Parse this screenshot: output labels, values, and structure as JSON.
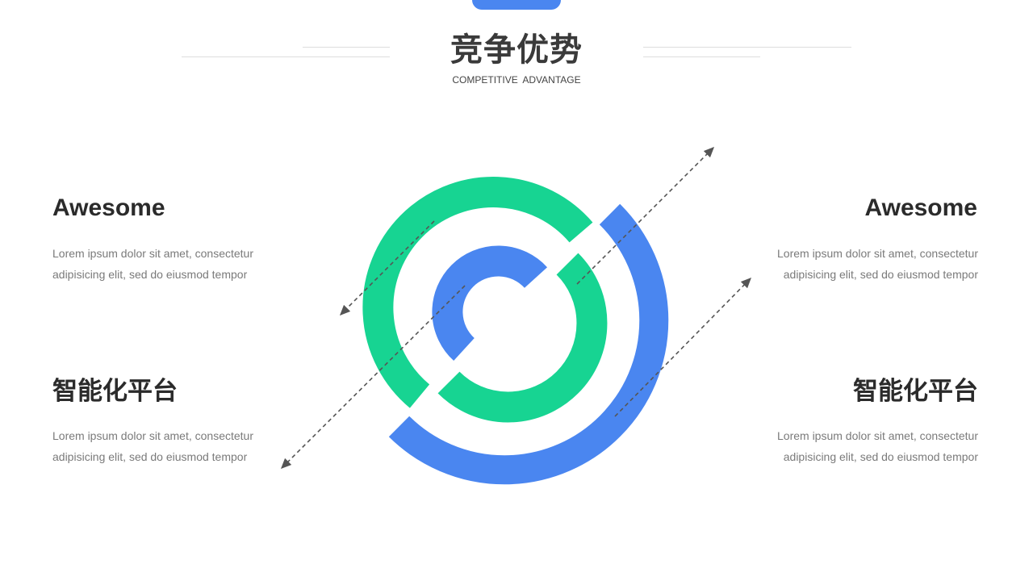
{
  "header": {
    "title": "竞争优势",
    "subtitle": "COMPETITIVE  ADVANTAGE"
  },
  "blocks": [
    {
      "id": "top-left",
      "title": "Awesome",
      "desc_line1": "Lorem ipsum dolor sit amet, consectetur",
      "desc_line2": "adipisicing elit, sed do eiusmod tempor"
    },
    {
      "id": "bottom-left",
      "title": "智能化平台",
      "desc_line1": "Lorem ipsum dolor sit amet, consectetur",
      "desc_line2": "adipisicing elit, sed do eiusmod tempor"
    },
    {
      "id": "top-right",
      "title": "Awesome",
      "desc_line1": "Lorem ipsum dolor sit amet, consectetur",
      "desc_line2": "adipisicing elit, sed do eiusmod tempor"
    },
    {
      "id": "bottom-right",
      "title": "智能化平台",
      "desc_line1": "Lorem ipsum dolor sit amet, consectetur",
      "desc_line2": "adipisicing elit, sed do eiusmod tempor"
    }
  ],
  "colors": {
    "blue": "#4a86f0",
    "green": "#17d492",
    "arrow": "#555555",
    "title": "#3a3a3a",
    "text": "#7a7a7a"
  }
}
